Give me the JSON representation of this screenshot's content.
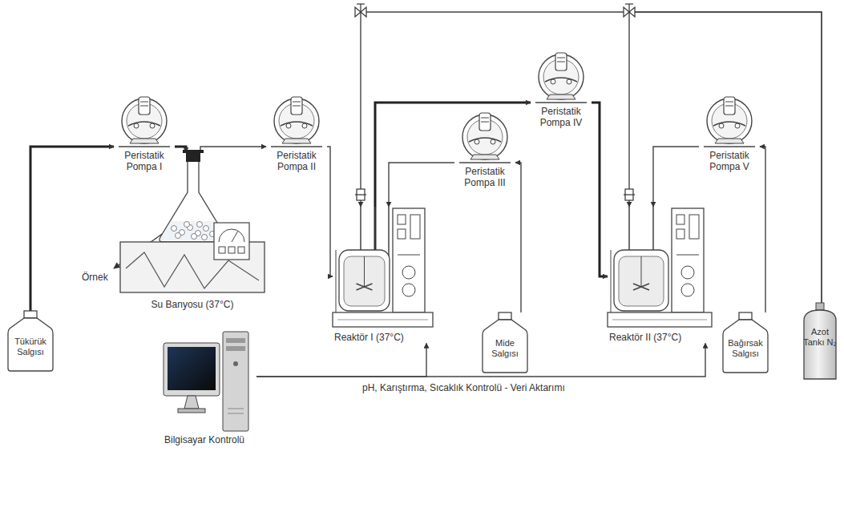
{
  "diagram": {
    "nodes": [
      {
        "text": [
          "Tükürük Salgısı"
        ]
      },
      {
        "text": [
          "Peristatik Pompa I"
        ]
      },
      {
        "text": [
          "Su Banyosu (37°C)"
        ]
      },
      {
        "text": [
          "Peristatik Pompa II"
        ]
      },
      {
        "text": [
          "Reaktör I (37°C)"
        ]
      },
      {
        "text": [
          "Peristatik Pompa III"
        ]
      },
      {
        "text": [
          "Mide Salgısı"
        ]
      },
      {
        "text": [
          "Peristatik Pompa IV"
        ]
      },
      {
        "text": [
          "Reaktör II (37°C)"
        ]
      },
      {
        "text": [
          "Peristatik Pompa V"
        ]
      },
      {
        "text": [
          "Bağırsak Salgısı"
        ]
      },
      {
        "text": [
          "Azot Tankı N₂"
        ]
      },
      {
        "text": [
          "Bilgisayar Kontrolü"
        ]
      }
    ],
    "edges": [
      {
        "from": 0,
        "to": 1,
        "arrow": "to"
      },
      {
        "from": 1,
        "to": 2,
        "arrow": "to"
      },
      {
        "from": 2,
        "to": 3,
        "arrow": "to"
      },
      {
        "from": 3,
        "to": 4,
        "arrow": "to"
      },
      {
        "from": 6,
        "to": 5,
        "arrow": "to"
      },
      {
        "from": 5,
        "to": 4,
        "arrow": "to"
      },
      {
        "from": 4,
        "to": 7,
        "arrow": "to"
      },
      {
        "from": 7,
        "to": 8,
        "arrow": "to"
      },
      {
        "from": 10,
        "to": 9,
        "arrow": "to"
      },
      {
        "from": 9,
        "to": 8,
        "arrow": "to"
      },
      {
        "from": 11,
        "to": 4,
        "arrow": "to"
      },
      {
        "from": 11,
        "to": 8,
        "arrow": "to"
      },
      {
        "from": 12,
        "to": 4,
        "arrow": "to"
      },
      {
        "from": 12,
        "to": 8,
        "arrow": "to"
      }
    ],
    "labels": [
      "Örnek",
      "pH, Karıştırma, Sıcaklık Kontrolü - Veri Aktarımı"
    ]
  }
}
